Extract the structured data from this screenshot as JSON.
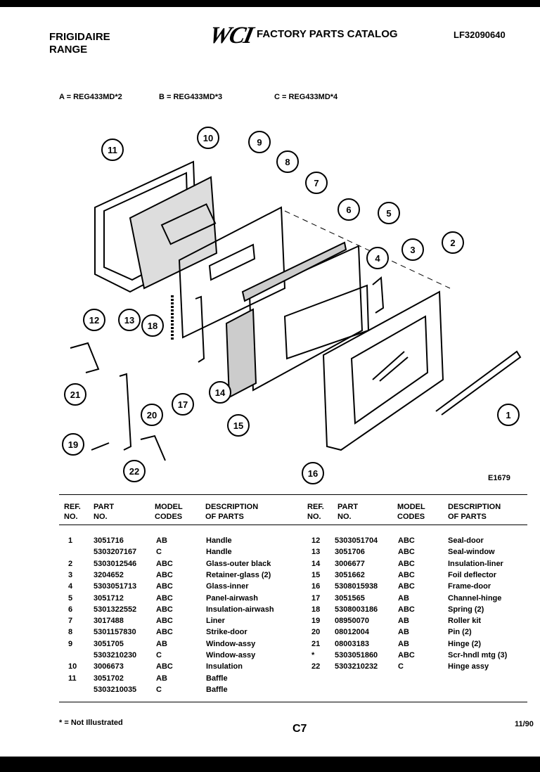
{
  "header": {
    "brand_line1": "FRIGIDAIRE",
    "brand_line2": "RANGE",
    "logo": "WCI",
    "catalog_title": "FACTORY PARTS CATALOG",
    "doc_number": "LF32090640"
  },
  "models": {
    "a": "A = REG433MD*2",
    "b": "B = REG433MD*3",
    "c": "C = REG433MD*4"
  },
  "diagram": {
    "figure_id": "E1679",
    "callouts": [
      "1",
      "2",
      "3",
      "4",
      "5",
      "6",
      "7",
      "8",
      "9",
      "10",
      "11",
      "12",
      "13",
      "14",
      "15",
      "16",
      "17",
      "18",
      "19",
      "20",
      "21",
      "22"
    ]
  },
  "table": {
    "headers": {
      "ref": [
        "REF.",
        "NO."
      ],
      "part": [
        "PART",
        "NO."
      ],
      "model": [
        "MODEL",
        "CODES"
      ],
      "desc": [
        "DESCRIPTION",
        "OF PARTS"
      ]
    },
    "left_rows": [
      {
        "ref": "1",
        "part": "3051716",
        "codes": "AB",
        "desc": "Handle"
      },
      {
        "ref": "",
        "part": "5303207167",
        "codes": "C",
        "desc": "Handle"
      },
      {
        "ref": "2",
        "part": "5303012546",
        "codes": "ABC",
        "desc": "Glass-outer black"
      },
      {
        "ref": "3",
        "part": "3204652",
        "codes": "ABC",
        "desc": "Retainer-glass (2)"
      },
      {
        "ref": "4",
        "part": "5303051713",
        "codes": "ABC",
        "desc": "Glass-inner"
      },
      {
        "ref": "5",
        "part": "3051712",
        "codes": "ABC",
        "desc": "Panel-airwash"
      },
      {
        "ref": "6",
        "part": "5301322552",
        "codes": "ABC",
        "desc": "Insulation-airwash"
      },
      {
        "ref": "7",
        "part": "3017488",
        "codes": "ABC",
        "desc": "Liner"
      },
      {
        "ref": "8",
        "part": "5301157830",
        "codes": "ABC",
        "desc": "Strike-door"
      },
      {
        "ref": "9",
        "part": "3051705",
        "codes": "AB",
        "desc": "Window-assy"
      },
      {
        "ref": "",
        "part": "5303210230",
        "codes": "C",
        "desc": "Window-assy"
      },
      {
        "ref": "10",
        "part": "3006673",
        "codes": "ABC",
        "desc": "Insulation"
      },
      {
        "ref": "11",
        "part": "3051702",
        "codes": "AB",
        "desc": "Baffle"
      },
      {
        "ref": "",
        "part": "5303210035",
        "codes": "C",
        "desc": "Baffle"
      }
    ],
    "right_rows": [
      {
        "ref": "12",
        "part": "5303051704",
        "codes": "ABC",
        "desc": "Seal-door"
      },
      {
        "ref": "13",
        "part": "3051706",
        "codes": "ABC",
        "desc": "Seal-window"
      },
      {
        "ref": "14",
        "part": "3006677",
        "codes": "ABC",
        "desc": "Insulation-liner"
      },
      {
        "ref": "15",
        "part": "3051662",
        "codes": "ABC",
        "desc": "Foil deflector"
      },
      {
        "ref": "16",
        "part": "5308015938",
        "codes": "ABC",
        "desc": "Frame-door"
      },
      {
        "ref": "17",
        "part": "3051565",
        "codes": "AB",
        "desc": "Channel-hinge"
      },
      {
        "ref": "18",
        "part": "5308003186",
        "codes": "ABC",
        "desc": "Spring (2)"
      },
      {
        "ref": "19",
        "part": "08950070",
        "codes": "AB",
        "desc": "Roller kit"
      },
      {
        "ref": "20",
        "part": "08012004",
        "codes": "AB",
        "desc": "Pin (2)"
      },
      {
        "ref": "21",
        "part": "08003183",
        "codes": "AB",
        "desc": "Hinge (2)"
      },
      {
        "ref": "*",
        "part": "5303051860",
        "codes": "ABC",
        "desc": "Scr-hndl mtg (3)"
      },
      {
        "ref": "22",
        "part": "5303210232",
        "codes": "C",
        "desc": "Hinge assy"
      }
    ]
  },
  "footer": {
    "note": "* = Not Illustrated",
    "page": "C7",
    "date": "11/90"
  }
}
